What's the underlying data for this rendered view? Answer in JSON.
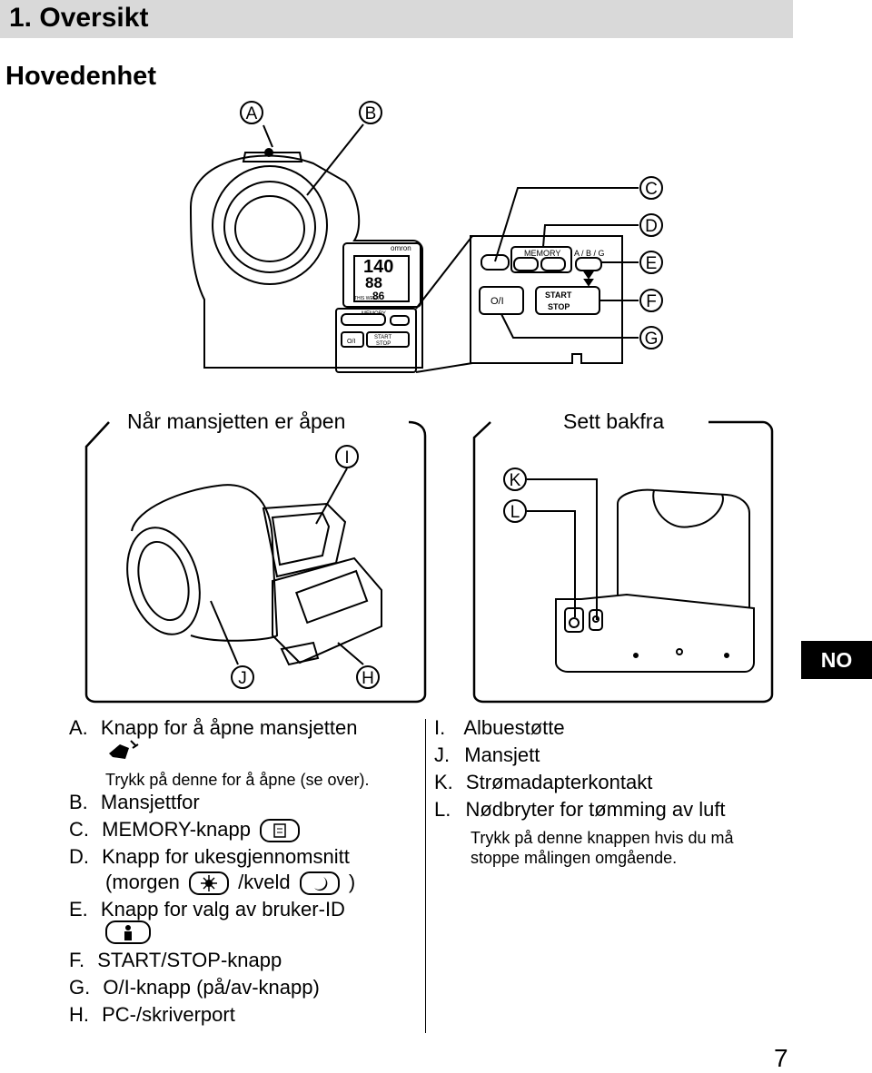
{
  "header": {
    "section_title": "1. Oversikt",
    "subtitle": "Hovedenhet"
  },
  "callouts": [
    "A",
    "B",
    "C",
    "D",
    "E",
    "F",
    "G",
    "H",
    "I",
    "J",
    "K",
    "L"
  ],
  "panel_labels": {
    "left": "Når mansjetten er åpen",
    "right": "Sett bakfra"
  },
  "device": {
    "brand": "omron",
    "display_top": "140",
    "display_mid": "88",
    "display_bottom": "86",
    "display_caption": "THIS WEEK",
    "memory_label": "MEMORY",
    "user_select_label": "A / B / G",
    "start_label": "START",
    "stop_label": "STOP",
    "power_label": "O/I"
  },
  "lang_tab": "NO",
  "legend_left": [
    {
      "letter": "A.",
      "text": "Knapp for å åpne mansjetten"
    },
    {
      "note": "Trykk på denne for å åpne (se over)."
    },
    {
      "letter": "B.",
      "text": "Mansjettfor"
    },
    {
      "letter": "C.",
      "text": "MEMORY-knapp"
    },
    {
      "letter": "D.",
      "text": "Knapp for ukesgjennomsnitt",
      "line2_a": "(morgen",
      "line2_b": "/kveld",
      "line2_c": ")"
    },
    {
      "letter": "E.",
      "text": "Knapp for valg av bruker-ID"
    },
    {
      "letter": "F.",
      "text": "START/STOP-knapp"
    },
    {
      "letter": "G.",
      "text": "O/I-knapp (på/av-knapp)"
    },
    {
      "letter": "H.",
      "text": "PC-/skriverport"
    }
  ],
  "legend_right": [
    {
      "letter": "I.",
      "text": "Albuestøtte"
    },
    {
      "letter": "J.",
      "text": "Mansjett"
    },
    {
      "letter": "K.",
      "text": "Strømadapterkontakt"
    },
    {
      "letter": "L.",
      "text": "Nødbryter for tømming av luft"
    },
    {
      "note_line1": "Trykk på denne knappen hvis du må",
      "note_line2": "stoppe målingen omgående."
    }
  ],
  "page_number": "7"
}
